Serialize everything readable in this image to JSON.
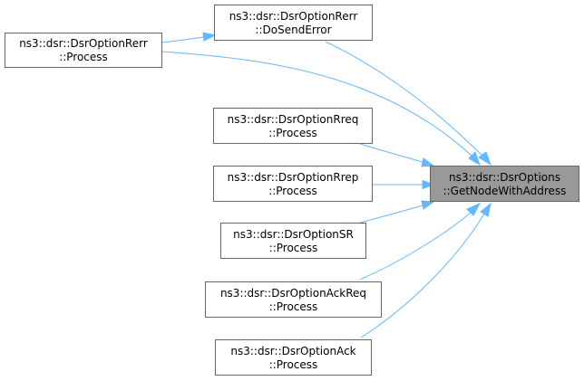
{
  "diagram": {
    "type": "call-graph",
    "target": {
      "line1": "ns3::dsr::DsrOptions",
      "line2": "::GetNodeWithAddress"
    },
    "callers": [
      {
        "id": "dosenderror",
        "line1": "ns3::dsr::DsrOptionRerr",
        "line2": "::DoSendError"
      },
      {
        "id": "rerr-process",
        "line1": "ns3::dsr::DsrOptionRerr",
        "line2": "::Process"
      },
      {
        "id": "rreq-process",
        "line1": "ns3::dsr::DsrOptionRreq",
        "line2": "::Process"
      },
      {
        "id": "rrep-process",
        "line1": "ns3::dsr::DsrOptionRrep",
        "line2": "::Process"
      },
      {
        "id": "sr-process",
        "line1": "ns3::dsr::DsrOptionSR",
        "line2": "::Process"
      },
      {
        "id": "ackreq-process",
        "line1": "ns3::dsr::DsrOptionAckReq",
        "line2": "::Process"
      },
      {
        "id": "ack-process",
        "line1": "ns3::dsr::DsrOptionAck",
        "line2": "::Process"
      }
    ],
    "colors": {
      "edge": "#63b8ff",
      "node_border": "#666666",
      "target_fill": "#999999",
      "node_fill": "#ffffff"
    }
  }
}
